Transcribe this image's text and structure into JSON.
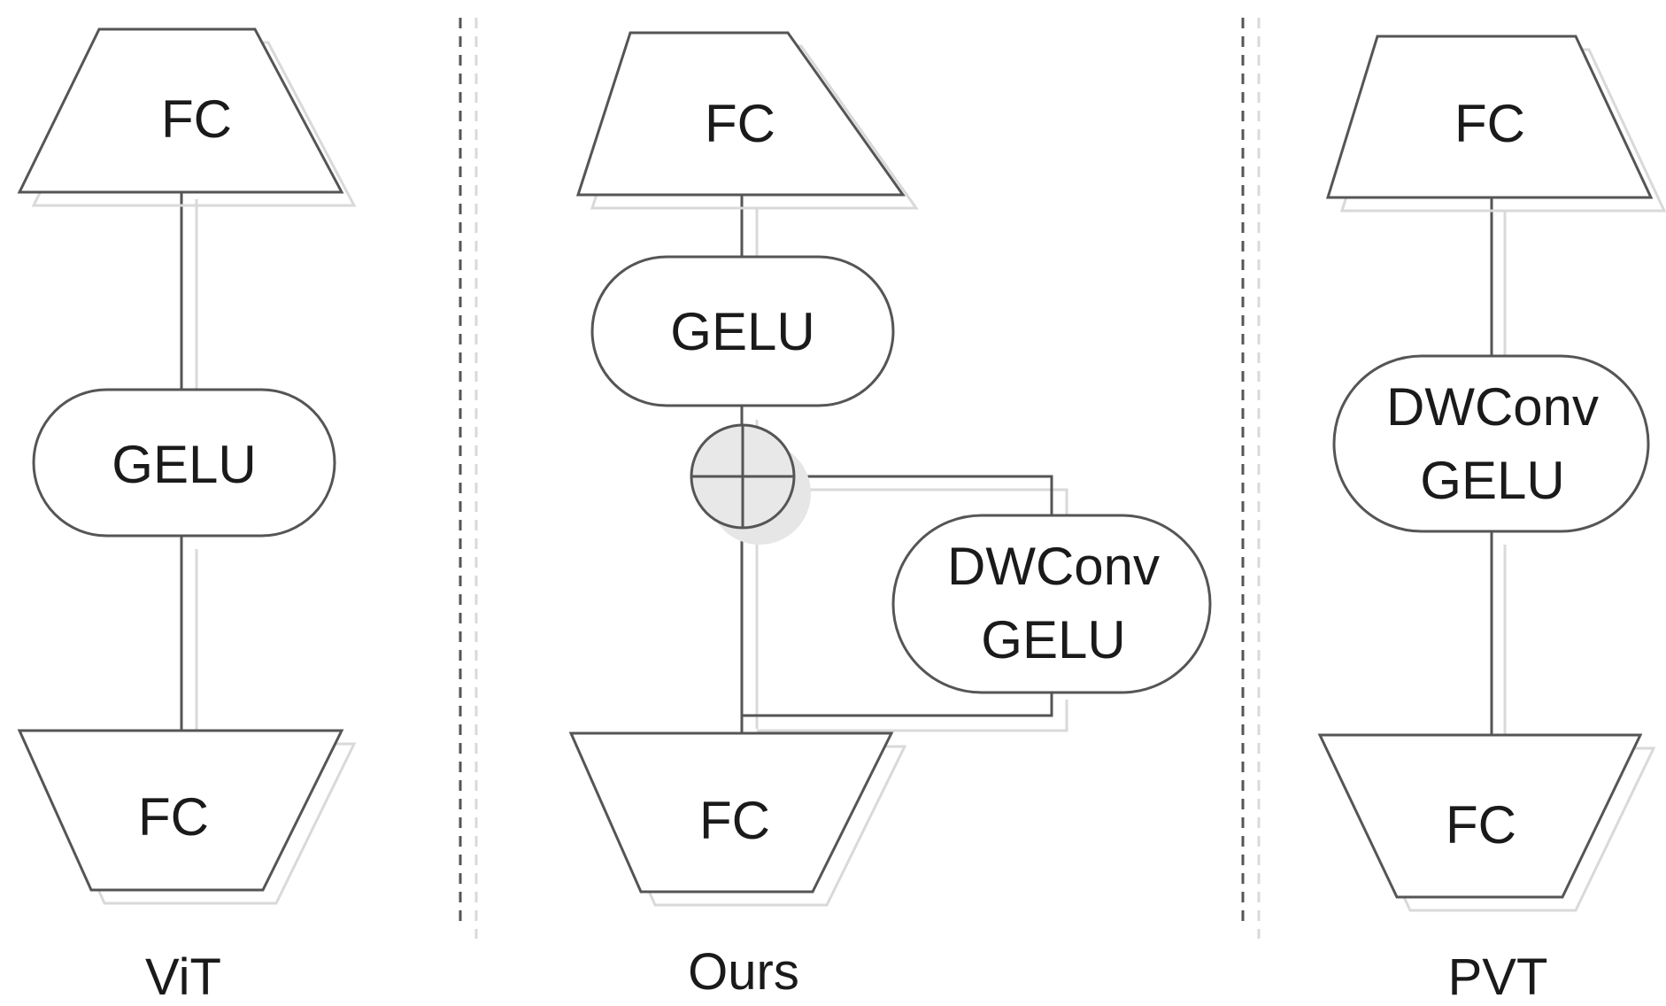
{
  "columns": [
    {
      "caption": "ViT",
      "top": "FC",
      "middle": [
        "GELU"
      ],
      "bottom": "FC"
    },
    {
      "caption": "Ours",
      "top": "FC",
      "middle": [
        "GELU"
      ],
      "branch": [
        "DWConv",
        "GELU"
      ],
      "bottom": "FC"
    },
    {
      "caption": "PVT",
      "top": "FC",
      "middle": [
        "DWConv",
        "GELU"
      ],
      "bottom": "FC"
    }
  ],
  "colors": {
    "stroke": "#555555",
    "shadow": "#d9d9d9",
    "text": "#1a1a1a"
  }
}
